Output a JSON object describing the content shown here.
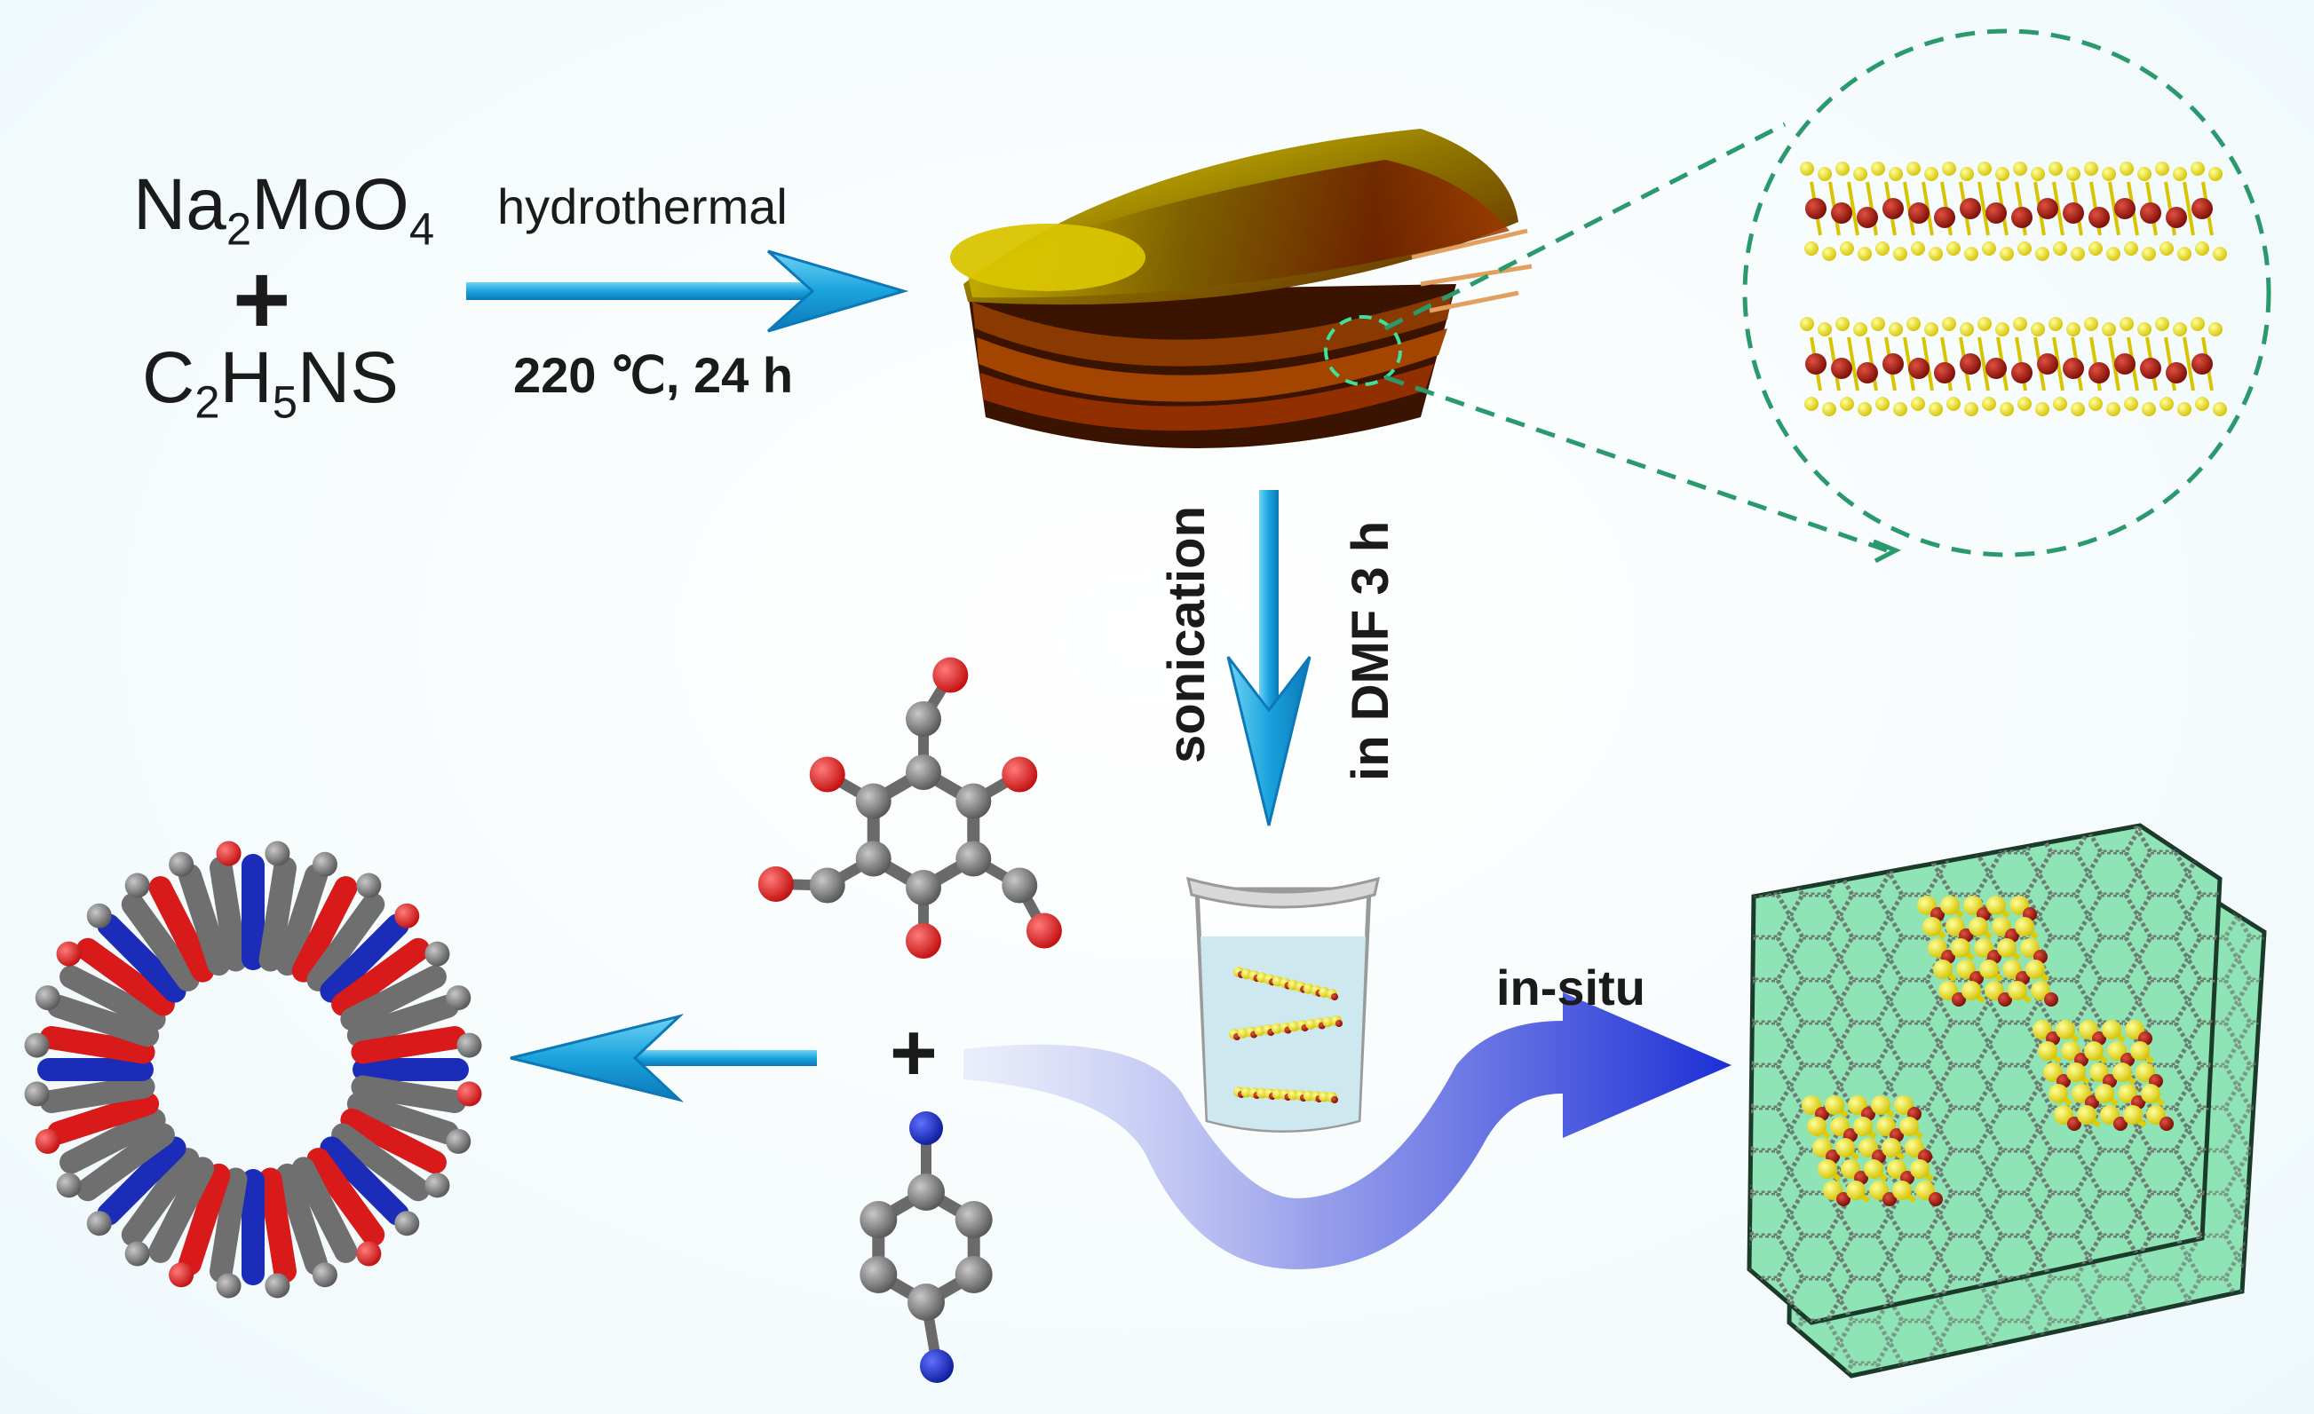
{
  "reagents": {
    "top": {
      "part1": "Na",
      "sub1": "2",
      "part2": "MoO",
      "sub2": "4"
    },
    "plus": "+",
    "bottom": {
      "part1": "C",
      "sub1": "2",
      "part2": "H",
      "sub2": "5",
      "part3": "NS"
    }
  },
  "step1": {
    "label_top": "hydrothermal",
    "label_bottom": "220 ℃, 24 h"
  },
  "step2": {
    "label_left": "sonication",
    "label_right": "in DMF 3 h"
  },
  "step3": {
    "label": "in-situ",
    "plus": "+"
  },
  "colors": {
    "arrow_cyan": "#1aa3dd",
    "arrow_blue": "#2436d6",
    "dashed_zoom": "#2a9a6e",
    "mo_atom": "#a3120a",
    "s_atom": "#f1e21a",
    "oxygen": "#d81a1a",
    "nitrogen": "#1a2cb8",
    "carbon": "#7a7a7a",
    "cof_sheet": "#8fe4b6"
  }
}
